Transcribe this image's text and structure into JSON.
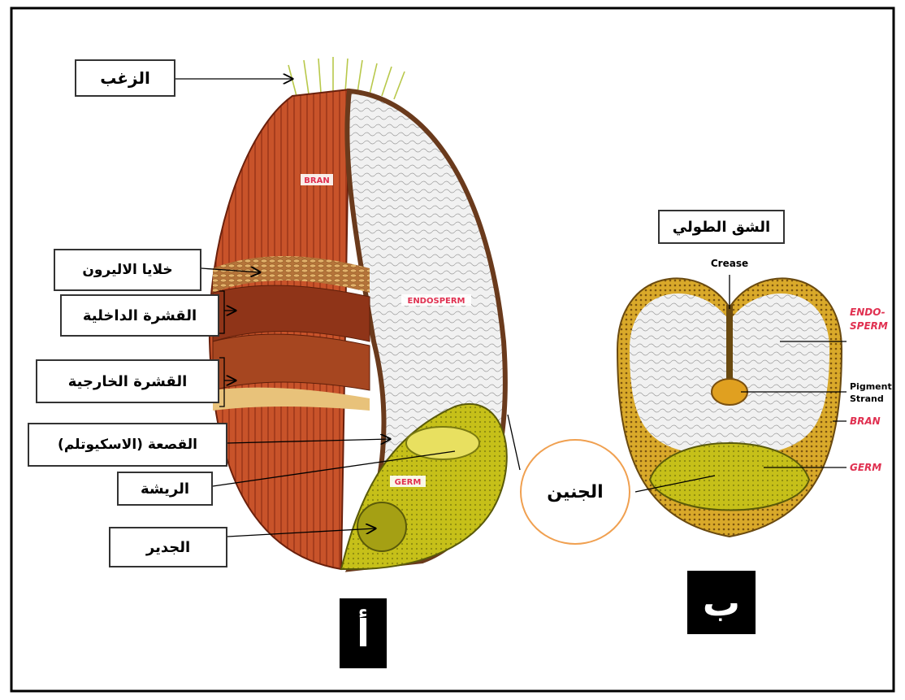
{
  "labels_a": {
    "awn": "الزغب",
    "aleurone": "خلايا الاليرون",
    "inner_husk": "القشرة الداخلية",
    "outer_husk": "القشرة الخارجية",
    "scutellum": "القصعة (الاسكيوتلم)",
    "plumule": "الريشة",
    "radicle": "الجدير",
    "embryo": "الجنين"
  },
  "labels_b": {
    "section": "الشق الطولي",
    "crease": "Crease",
    "endosperm": "ENDO-SPERM",
    "endosperm_line1": "ENDO-",
    "endosperm_line2": "SPERM",
    "pigment": "Pigment Strand",
    "pigment_line1": "Pigment",
    "pigment_line2": "Strand",
    "bran": "BRAN",
    "germ": "GERM"
  },
  "grain_a_text": {
    "bran": "BRAN",
    "endosperm": "ENDOSPERM",
    "germ": "GERM"
  },
  "panel_tags": {
    "a": "أ",
    "b": "ب"
  },
  "colors": {
    "bran": "#c8532a",
    "husk": "#9a3a1c",
    "endosperm": "#ececec",
    "germ": "#c9c21a",
    "brand_red": "#e03050",
    "circle": "#f0a050"
  }
}
